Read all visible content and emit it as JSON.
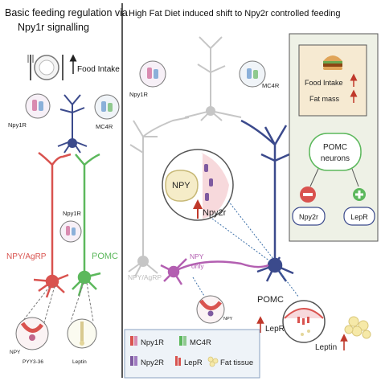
{
  "left_panel": {
    "title_line1": "Basic feeding regulation via",
    "title_line2": "Npy1r signalling",
    "food_intake": "Food Intake",
    "npy1r_top": "Npy1R",
    "mc4r": "MC4R",
    "npy1r_mid": "Npy1R",
    "npy_agrp": "NPY/AgRP",
    "pomc": "POMC",
    "npy_small": "NPY",
    "pyy": "PYY3-36",
    "leptin": "Leptin"
  },
  "right_panel": {
    "title": "High Fat Diet induced shift to Npy2r controlled feeding",
    "npy1r": "Npy1R",
    "mc4r": "MC4R",
    "npy_label": "NPY",
    "npy2r_label": "Npy2r",
    "npy_agrp": "NPY/AgRP",
    "npy_only_1": "NPY",
    "npy_only_2": "only",
    "npy_small": "NPY",
    "pomc": "POMC",
    "lepr": "LepR",
    "leptin": "Leptin"
  },
  "info_box": {
    "food_intake": "Food Intake",
    "fat_mass": "Fat mass",
    "pomc_line1": "POMC",
    "pomc_line2": "neurons",
    "npy2r": "Npy2r",
    "lepr": "LepR"
  },
  "legend": {
    "npy1r": "Npy1R",
    "mc4r": "MC4R",
    "npy2r": "Npy2R",
    "lepr": "LepR",
    "fat_tissue": "Fat tissue"
  },
  "colors": {
    "red_neuron": "#d9534f",
    "green_neuron": "#5cb85c",
    "blue_neuron": "#3b4a8c",
    "grey_neuron": "#bdbdbd",
    "purple_neuron": "#b35fb1",
    "up_arrow": "#c0392b",
    "info_bg": "#eef1e6",
    "food_box": "#f6ead2",
    "minus": "#d9534f",
    "plus": "#5cb85c"
  }
}
